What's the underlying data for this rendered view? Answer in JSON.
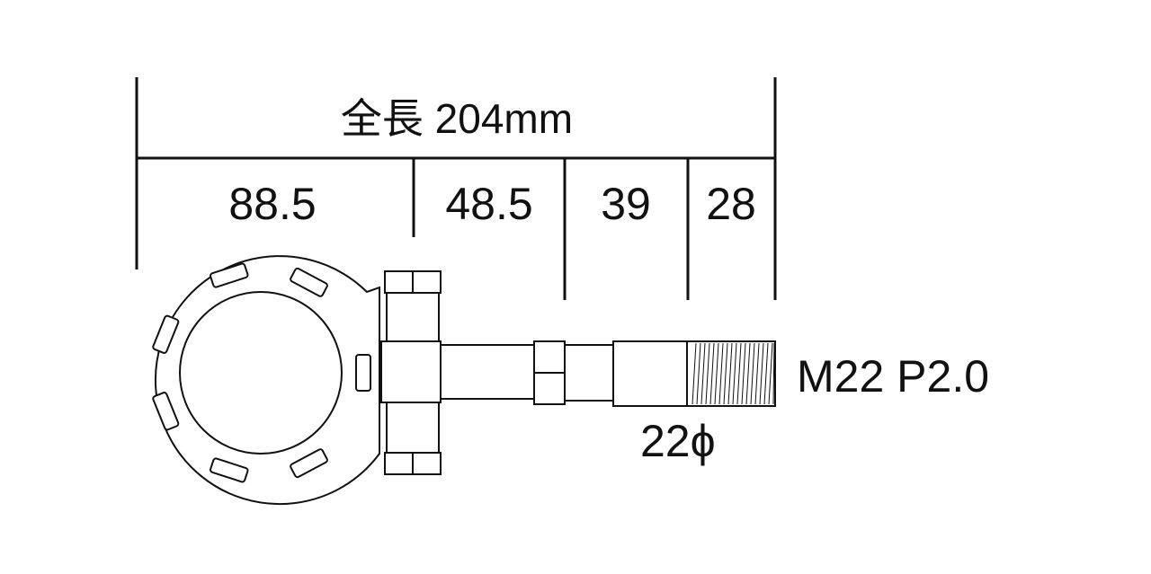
{
  "total_length": "全長 204mm",
  "segments": [
    "88.5",
    "48.5",
    "39",
    "28"
  ],
  "thread_spec": "M22 P2.0",
  "diameter": "22ϕ"
}
